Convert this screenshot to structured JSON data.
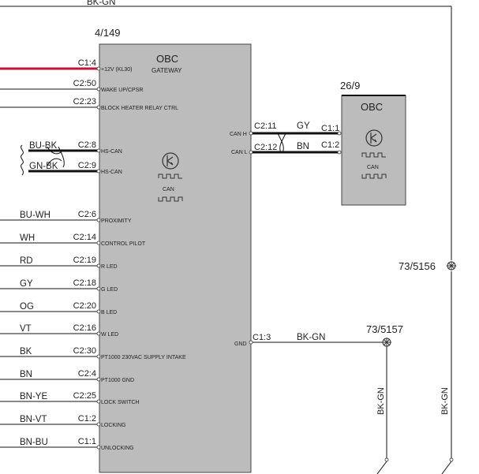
{
  "top_wire_label": "BK-GN",
  "obc_gateway": {
    "ref": "4/149",
    "title": "OBC",
    "subtitle": "GATEWAY",
    "can_label": "CAN"
  },
  "obc": {
    "ref": "26/9",
    "title": "OBC",
    "can_label": "CAN"
  },
  "left_pins": [
    {
      "wire": "",
      "pin": "C1:4",
      "signal": "+12V (KL30)"
    },
    {
      "wire": "",
      "pin": "C2:50",
      "signal": "WAKE UP/CPSR"
    },
    {
      "wire": "",
      "pin": "C2:23",
      "signal": "BLOCK HEATER RELAY CTRL"
    },
    {
      "wire": "BU-BK",
      "pin": "C2:8",
      "signal": "HS-CAN"
    },
    {
      "wire": "GN-BK",
      "pin": "C2:9",
      "signal": "HS-CAN"
    },
    {
      "wire": "BU-WH",
      "pin": "C2:6",
      "signal": "PROXIMITY"
    },
    {
      "wire": "WH",
      "pin": "C2:14",
      "signal": "CONTROL PILOT"
    },
    {
      "wire": "RD",
      "pin": "C2:19",
      "signal": "R LED"
    },
    {
      "wire": "GY",
      "pin": "C2:18",
      "signal": "G LED"
    },
    {
      "wire": "OG",
      "pin": "C2:20",
      "signal": "B LED"
    },
    {
      "wire": "VT",
      "pin": "C2:16",
      "signal": "W LED"
    },
    {
      "wire": "BK",
      "pin": "C2:30",
      "signal": "PT1000 230VAC SUPPLY INTAKE"
    },
    {
      "wire": "BN",
      "pin": "C2:4",
      "signal": "PT1000 GND"
    },
    {
      "wire": "BN-YE",
      "pin": "C2:25",
      "signal": "LOCK SWITCH"
    },
    {
      "wire": "BN-VT",
      "pin": "C1:2",
      "signal": "LOCKING"
    },
    {
      "wire": "BN-BU",
      "pin": "C1:1",
      "signal": "UNLOCKING"
    }
  ],
  "right_pins": [
    {
      "signal": "CAN H",
      "pin": "C2:11",
      "wire": "GY",
      "obc_pin": "C1:1"
    },
    {
      "signal": "CAN L",
      "pin": "C2:12",
      "wire": "BN",
      "obc_pin": "C1:2"
    },
    {
      "signal": "GND",
      "pin": "C1:3",
      "wire": "BK-GN"
    }
  ],
  "grounds": {
    "g1": "73/5157",
    "g2": "73/5156",
    "wire_v1": "BK-GN",
    "wire_v2": "BK-GN"
  },
  "colors": {
    "box_fill": "#bcbcbd",
    "box_stroke": "#444444",
    "wire": "#111111",
    "power_wire": "#c0143c"
  }
}
